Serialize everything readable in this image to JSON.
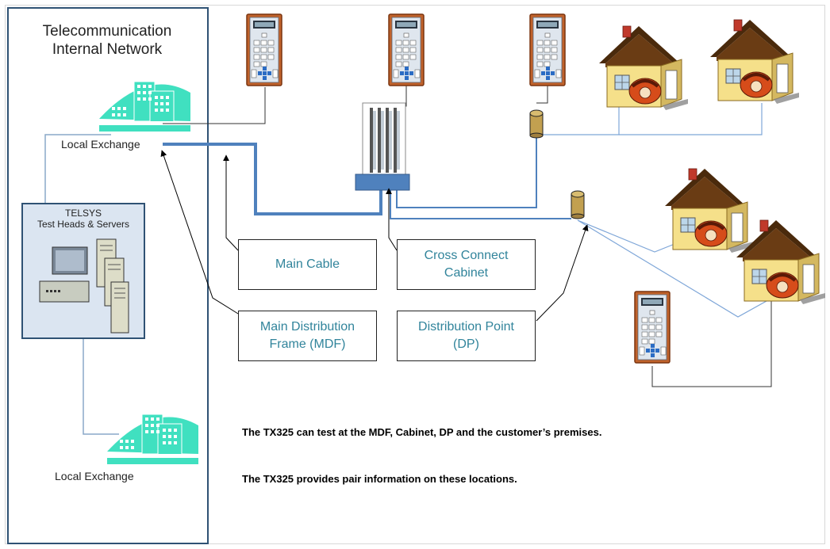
{
  "left_panel": {
    "title_line1": "Telecommunication",
    "title_line2": "Internal Network",
    "exchange_top_label": "Local Exchange",
    "exchange_bottom_label": "Local Exchange",
    "telsys_line1": "TELSYS",
    "telsys_line2": "Test Heads & Servers"
  },
  "boxes": {
    "main_cable": "Main Cable",
    "cross_connect_line1": "Cross Connect",
    "cross_connect_line2": "Cabinet",
    "mdf_line1": "Main Distribution",
    "mdf_line2": "Frame (MDF)",
    "dp_line1": "Distribution Point",
    "dp_line2": "(DP)"
  },
  "notes": {
    "line1": "The TX325 can test at the MDF, Cabinet, DP and the customer’s premises.",
    "line2": "The TX325  provides pair information on these locations."
  },
  "colors": {
    "panel_border": "#2f5274",
    "cable_blue": "#4f81bd",
    "box_text": "#31849b",
    "building": "#40e0c0",
    "device_orange": "#c0622b",
    "house_wall": "#f5e08a",
    "house_roof": "#5a3410"
  }
}
